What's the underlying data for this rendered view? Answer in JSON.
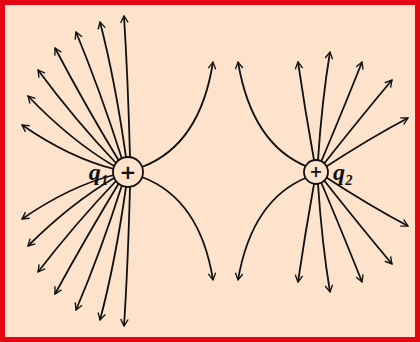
{
  "diagram": {
    "nodes": [
      {
        "text": [
          "q₁",
          "+"
        ]
      },
      {
        "text": [
          "+",
          "q₂"
        ]
      }
    ]
  }
}
